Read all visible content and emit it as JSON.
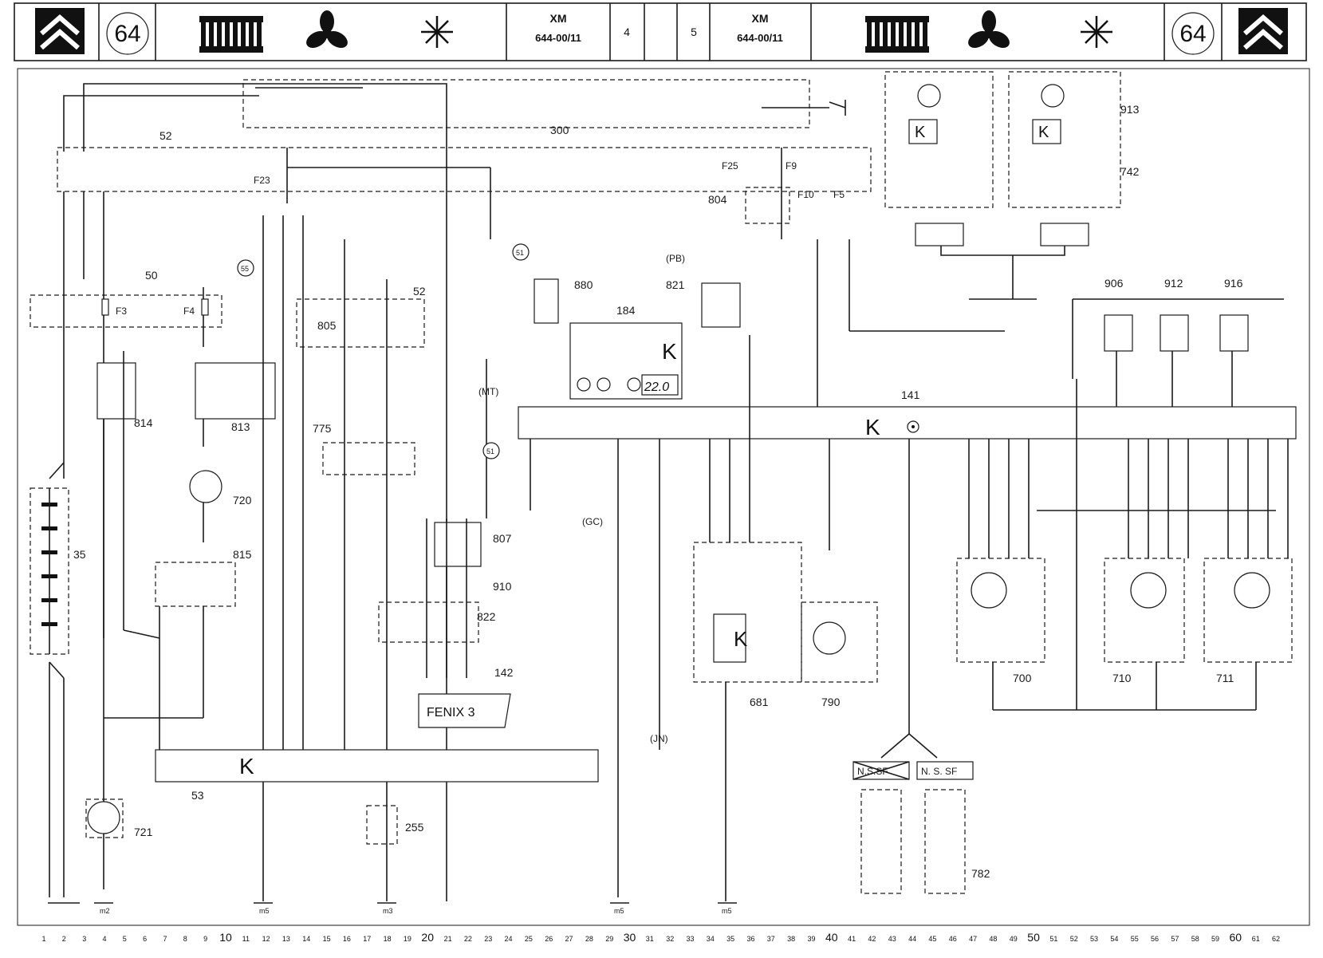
{
  "header": {
    "page_number": "64",
    "model": "XM",
    "doc_ref": "644-00/11",
    "page_left": "4",
    "page_right": "5"
  },
  "diagram": {
    "labels": {
      "l52": "52",
      "l300": "300",
      "l50": "50",
      "l55": "55",
      "l51a": "51",
      "l51b": "51",
      "f23": "F23",
      "f25": "F25",
      "f9": "F9",
      "f10": "F10",
      "f5": "F5",
      "f3": "F3",
      "f4": "F4",
      "l804": "804",
      "l880": "880",
      "l821": "821",
      "l184": "184",
      "temp": "22.0",
      "l805": "805",
      "l52b": "52",
      "l814": "814",
      "l813": "813",
      "l775": "775",
      "l720": "720",
      "l815": "815",
      "l35": "35",
      "l807": "807",
      "l910": "910",
      "l822": "822",
      "l142": "142",
      "fenix": "FENIX 3",
      "l53": "53",
      "l721": "721",
      "l255": "255",
      "l141": "141",
      "l681": "681",
      "l790": "790",
      "l700": "700",
      "l710": "710",
      "l711": "711",
      "l906": "906",
      "l912": "912",
      "l916": "916",
      "l913": "913",
      "l742": "742",
      "nssf1": "N.S.SF",
      "nssf2": "N. S. SF",
      "l782": "782",
      "k": "K",
      "pb": "(PB)",
      "mt": "(MT)",
      "jn": "(JN)",
      "gc": "(GC)",
      "m5": "m5",
      "m2": "m2",
      "m3": "m3"
    },
    "scale": [
      "1",
      "2",
      "3",
      "4",
      "5",
      "6",
      "7",
      "8",
      "9",
      "10",
      "11",
      "12",
      "13",
      "14",
      "15",
      "16",
      "17",
      "18",
      "19",
      "20",
      "21",
      "22",
      "23",
      "24",
      "25",
      "26",
      "27",
      "28",
      "29",
      "30",
      "31",
      "32",
      "33",
      "34",
      "35",
      "36",
      "37",
      "38",
      "39",
      "40",
      "41",
      "42",
      "43",
      "44",
      "45",
      "46",
      "47",
      "48",
      "49",
      "50",
      "51",
      "52",
      "53",
      "54",
      "55",
      "56",
      "57",
      "58",
      "59",
      "60",
      "61",
      "62"
    ]
  }
}
